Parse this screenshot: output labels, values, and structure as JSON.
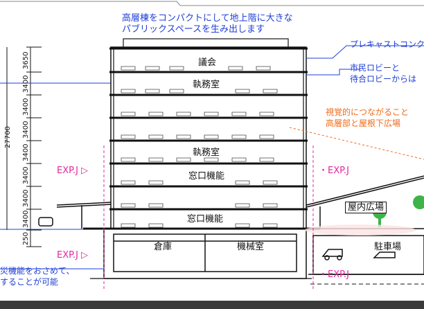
{
  "annotations": {
    "top_caption_line1": "高層棟をコンパクトにして地上階に大きな",
    "top_caption_line2": "パブリックスペースを生み出します",
    "precast": "プレキャストコンク",
    "lobby_line1": "市民ロビーと",
    "lobby_line2": "待合ロビーからは",
    "visual_line1": "視覚的につながること",
    "visual_line2": "高層部と屋根下広場",
    "disaster_line1": "災機能をおさめて、",
    "disaster_line2": "することが可能"
  },
  "rooms": {
    "assembly": "議会",
    "office_upper": "執務室",
    "office_lower": "執務室",
    "counter_upper": "窓口機能",
    "counter_lower": "窓口機能",
    "storage": "倉庫",
    "machine_room": "機械室",
    "indoor_plaza": "屋内広場",
    "parking": "駐車場"
  },
  "exp_joints": {
    "left_upper": "EXP.J ▷",
    "left_lower": "EXP.J ▷",
    "right_upper": "・EXP.J",
    "right_lower": "・EXP.J"
  },
  "dimensions": {
    "total": "27700",
    "segments": [
      "3650",
      "3400",
      "3400",
      "3400",
      "3400",
      "3400",
      "3400",
      "3400"
    ],
    "base": "250"
  },
  "colors": {
    "annotation_blue": "#1f3fd6",
    "annotation_orange": "#ef6a1a",
    "exp_magenta": "#e0279e",
    "plaza_green": "#3db34a",
    "line": "#111111"
  }
}
